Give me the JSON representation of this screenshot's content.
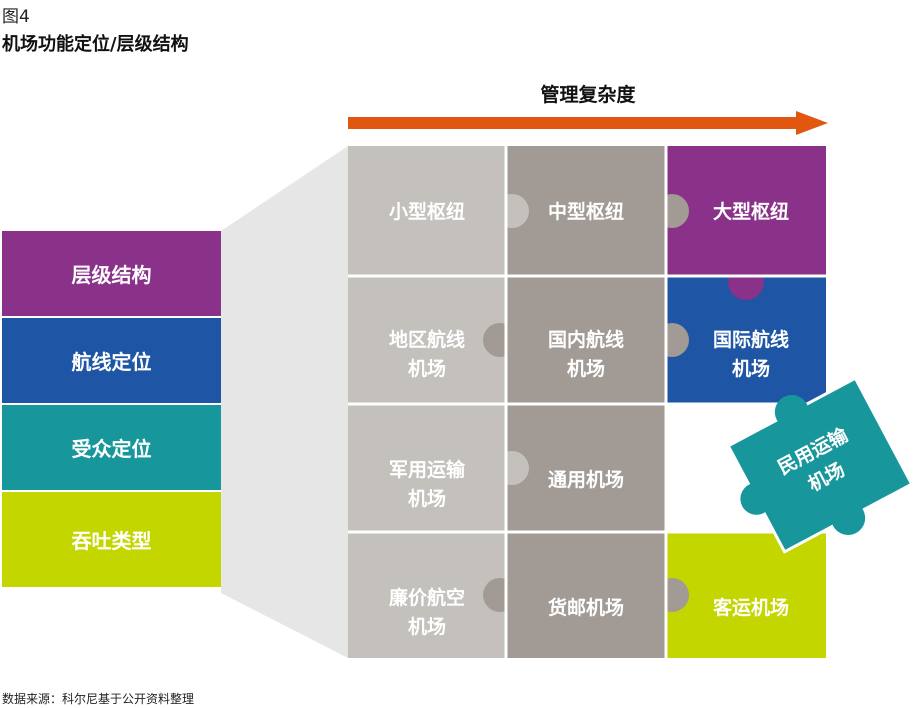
{
  "figure_label": "图4",
  "title": "机场功能定位/层级结构",
  "arrow_label": "管理复杂度",
  "left_categories": [
    {
      "label": "层级结构",
      "color": "#8a318a"
    },
    {
      "label": "航线定位",
      "color": "#1e56a5"
    },
    {
      "label": "受众定位",
      "color": "#17979b"
    },
    {
      "label": "吞吐类型",
      "color": "#c4d600"
    }
  ],
  "pieces": {
    "small_hub": "小型枢纽",
    "medium_hub": "中型枢纽",
    "large_hub": "大型枢纽",
    "regional": "地区航线\n机场",
    "domestic": "国内航线\n机场",
    "international": "国际航线\n机场",
    "military_civil": "军用运输\n机场",
    "general": "通用机场",
    "civil_transport": "民用运输\n机场",
    "lowcost": "廉价航空\n机场",
    "cargo": "货邮机场",
    "passenger": "客运机场"
  },
  "colors": {
    "light_gray": "#c4c0bb",
    "dark_gray": "#a29a94",
    "purple": "#8a318a",
    "blue": "#1e56a5",
    "teal": "#17979b",
    "lime": "#c4d600",
    "orange": "#e2570f",
    "connector": "#e6e6e6"
  },
  "source": "数据来源：科尔尼基于公开资料整理"
}
